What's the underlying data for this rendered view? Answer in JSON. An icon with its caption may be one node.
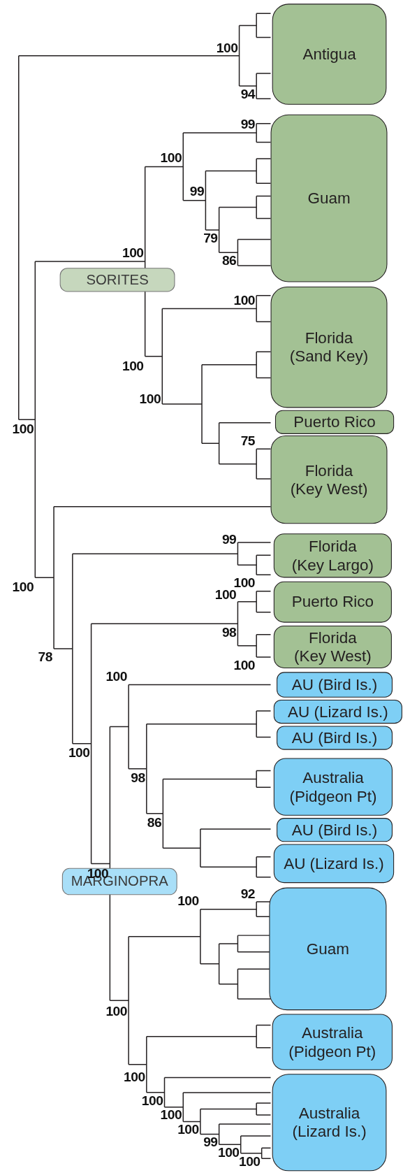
{
  "diagram": {
    "nodes": [
      {
        "text": [
          "Antigua"
        ]
      },
      {
        "text": [
          "Guam"
        ]
      },
      {
        "text": [
          "SORITES"
        ]
      },
      {
        "text": [
          "Florida (Sand Key)"
        ]
      },
      {
        "text": [
          "Puerto Rico"
        ]
      },
      {
        "text": [
          "Florida (Key West)"
        ]
      },
      {
        "text": [
          "Florida (Key Largo)"
        ]
      },
      {
        "text": [
          "Puerto Rico"
        ]
      },
      {
        "text": [
          "Florida (Key West)"
        ]
      },
      {
        "text": [
          "AU (Bird Is.)"
        ]
      },
      {
        "text": [
          "AU (Lizard Is.)"
        ]
      },
      {
        "text": [
          "AU (Bird Is.)"
        ]
      },
      {
        "text": [
          "Australia (Pidgeon Pt)"
        ]
      },
      {
        "text": [
          "AU (Bird Is.)"
        ]
      },
      {
        "text": [
          "AU (Lizard Is.)"
        ]
      },
      {
        "text": [
          "MARGINOPRA"
        ]
      },
      {
        "text": [
          "Guam"
        ]
      },
      {
        "text": [
          "Australia (Pidgeon Pt)"
        ]
      },
      {
        "text": [
          "Australia (Lizard Is.)"
        ]
      }
    ],
    "labels": [
      "100",
      "94",
      "99",
      "100",
      "99",
      "79",
      "86",
      "100",
      "100",
      "100",
      "100",
      "100",
      "75",
      "99",
      "100",
      "100",
      "100",
      "98",
      "78",
      "100",
      "100",
      "98",
      "100",
      "86",
      "100",
      "100",
      "92",
      "100",
      "100",
      "100",
      "100",
      "100",
      "99",
      "100",
      "100"
    ]
  }
}
